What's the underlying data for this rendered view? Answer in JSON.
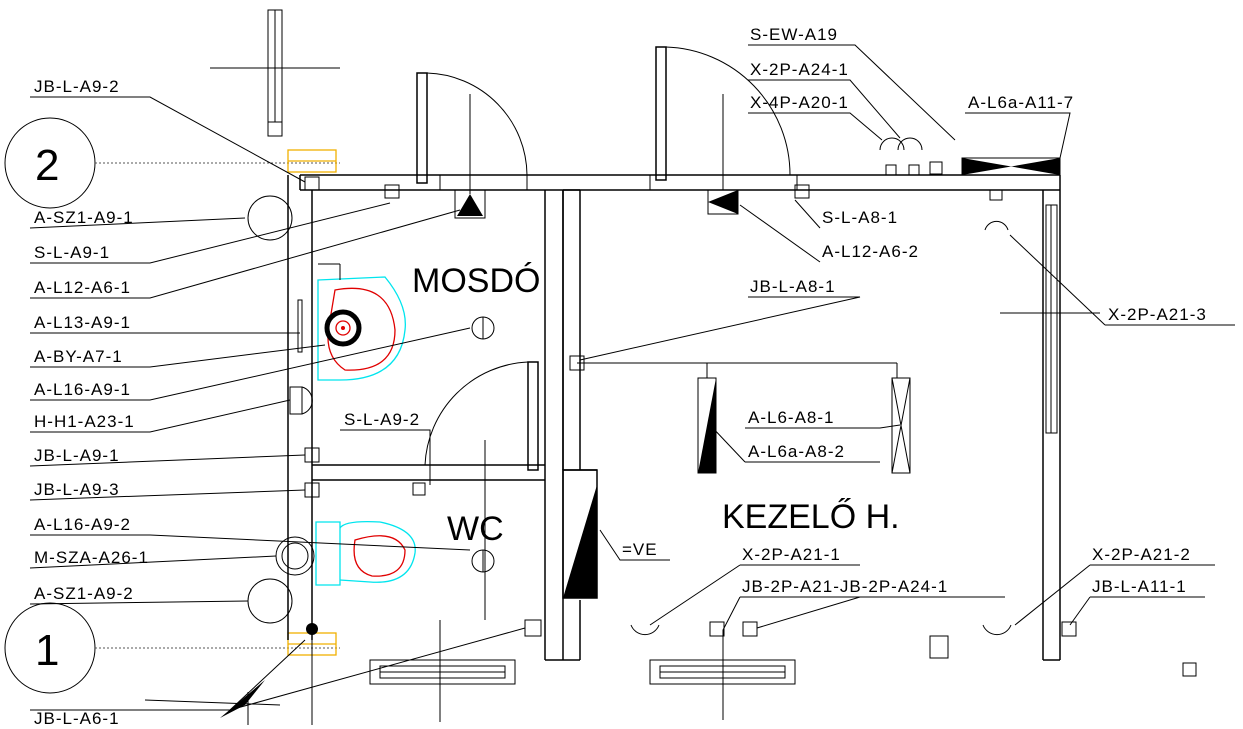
{
  "rooms": {
    "mosdo": "MOSDÓ",
    "wc": "WC",
    "kezelo": "KEZELŐ H."
  },
  "axes": {
    "a2": "2",
    "a1": "1"
  },
  "labels": {
    "jb_l_a9_2": "JB-L-A9-2",
    "a_sz1_a9_1": "A-SZ1-A9-1",
    "s_l_a9_1": "S-L-A9-1",
    "a_l12_a6_1": "A-L12-A6-1",
    "a_l13_a9_1": "A-L13-A9-1",
    "a_by_a7_1": "A-BY-A7-1",
    "a_l16_a9_1": "A-L16-A9-1",
    "h_h1_a23_1": "H-H1-A23-1",
    "jb_l_a9_1": "JB-L-A9-1",
    "jb_l_a9_3": "JB-L-A9-3",
    "a_l16_a9_2": "A-L16-A9-2",
    "m_sza_a26_1": "M-SZA-A26-1",
    "a_sz1_a9_2": "A-SZ1-A9-2",
    "jb_l_a6_1": "JB-L-A6-1",
    "s_l_a9_2": "S-L-A9-2",
    "s_ew_a19": "S-EW-A19",
    "x_2p_a24_1": "X-2P-A24-1",
    "x_4p_a20_1": "X-4P-A20-1",
    "a_l6a_a11_7": "A-L6a-A11-7",
    "s_l_a8_1": "S-L-A8-1",
    "a_l12_a6_2": "A-L12-A6-2",
    "jb_l_a8_1": "JB-L-A8-1",
    "x_2p_a21_3": "X-2P-A21-3",
    "a_l6_a8_1": "A-L6-A8-1",
    "a_l6a_a8_2": "A-L6a-A8-2",
    "ve": "=VE",
    "x_2p_a21_1": "X-2P-A21-1",
    "jb_2p_a21_jb_2p_a24_1": "JB-2P-A21-JB-2P-A24-1",
    "x_2p_a21_2": "X-2P-A21-2",
    "jb_l_a11_1": "JB-L-A11-1"
  },
  "colors": {
    "fixture_outline": "#00e5ee",
    "fixture_inner": "#e00000",
    "column_marker": "#f0b000"
  }
}
